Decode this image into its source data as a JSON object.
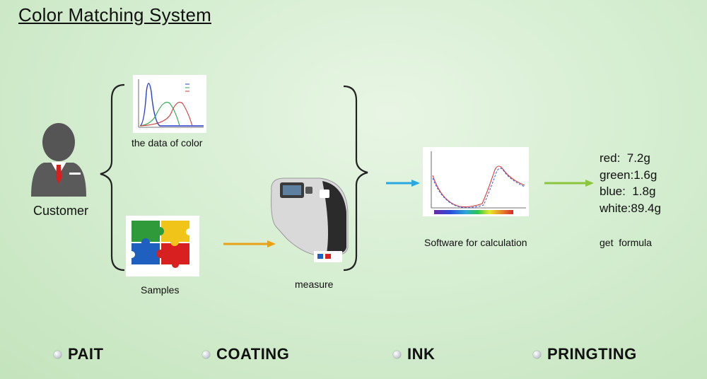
{
  "title": "Color Matching System",
  "customer": {
    "label": "Customer",
    "icon": "customer-icon"
  },
  "data_of_color": {
    "label": "the data of color",
    "icon": "spectrum-graph-icon"
  },
  "samples": {
    "label": "Samples",
    "icon": "puzzle-samples-icon"
  },
  "measure": {
    "label": "measure",
    "icon": "spectrophotometer-icon"
  },
  "software": {
    "label": "Software for calculation",
    "icon": "software-curve-icon"
  },
  "formula": {
    "label": "get  formula",
    "lines": [
      "red:  7.2g",
      "green:1.6g",
      "blue:  1.8g",
      "white:89.4g"
    ]
  },
  "applications": [
    "PAIT",
    "COATING",
    "INK",
    "PRINGTING"
  ],
  "colors": {
    "arrow_orange": "#e8a21a",
    "arrow_blue": "#29a8e0",
    "arrow_green": "#8cc63f",
    "person_suit": "#5a5a5a",
    "tie": "#d81e1e"
  }
}
